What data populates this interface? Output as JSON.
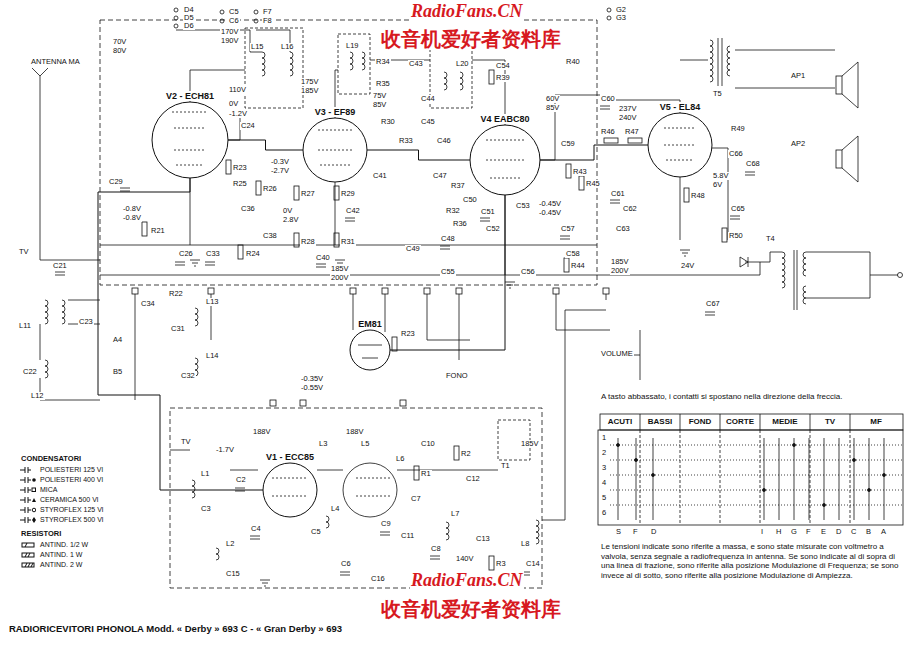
{
  "diagram": {
    "title": "RADIORICEVITORI PHONOLA Modd. « Derby » 693 C - « Gran Derby » 693",
    "nodes": [
      {
        "text": [
          "V2 - ECH81"
        ]
      },
      {
        "text": [
          "V3 - EF89"
        ]
      },
      {
        "text": [
          "V4 EABC80"
        ]
      },
      {
        "text": [
          "V5 - EL84"
        ]
      },
      {
        "text": [
          "EM81"
        ]
      },
      {
        "text": [
          "V1 - ECC85"
        ]
      }
    ],
    "edges": [
      {
        "from": 5,
        "to": 0,
        "arrow": "none"
      },
      {
        "from": 0,
        "to": 1,
        "arrow": "none"
      },
      {
        "from": 1,
        "to": 2,
        "arrow": "none"
      },
      {
        "from": 2,
        "to": 3,
        "arrow": "none"
      },
      {
        "from": 2,
        "to": 4,
        "arrow": "none"
      }
    ],
    "labels": [
      "RadioFans.CN",
      "收音机爱好者资料库",
      "RadioFans.CN",
      "收音机爱好者资料库",
      "D4",
      "D5",
      "D6",
      "C5",
      "C6",
      "F7",
      "F8",
      "G2",
      "G3",
      "ANTENNA MA",
      "TV",
      "C21",
      "L11",
      "L12",
      "C23",
      "C22",
      "A4",
      "B5",
      "70V",
      "80V",
      "170V",
      "190V",
      "110V",
      "0V",
      "-1.2V",
      "-0.8V",
      "-0.8V",
      "C29",
      "C24",
      "R23",
      "R25",
      "R21",
      "R22",
      "C26",
      "C33",
      "R24",
      "C34",
      "C31",
      "L13",
      "L14",
      "C32",
      "L15",
      "L16",
      "C36",
      "R26",
      "C38",
      "175V",
      "185V",
      "75V",
      "85V",
      "-0.3V",
      "-2.7V",
      "0V",
      "2.8V",
      "R27",
      "R28",
      "C40",
      "R29",
      "C42",
      "R31",
      "C41",
      "L19",
      "L20",
      "R34",
      "R35",
      "R33",
      "C43",
      "C44",
      "C45",
      "C46",
      "C47",
      "C48",
      "C49",
      "R30",
      "R37",
      "R32",
      "C50",
      "R36",
      "C51",
      "C52",
      "C53",
      "-0.45V",
      "-0.45V",
      "60V",
      "85V",
      "R39",
      "C54",
      "R40",
      "C55",
      "C56",
      "C57",
      "C58",
      "C59",
      "R43",
      "R44",
      "R45",
      "R46",
      "R47",
      "C60",
      "C61",
      "C62",
      "C63",
      "237V",
      "240V",
      "5.8V",
      "6V",
      "R48",
      "R49",
      "R50",
      "C65",
      "C66",
      "T5",
      "AP1",
      "AP2",
      "C68",
      "185V",
      "200V",
      "24V",
      "T4",
      "C67",
      "VOLUME",
      "FONO",
      "185V",
      "200V",
      "-0.35V",
      "-0.55V",
      "R23",
      "TV",
      "-1.7V",
      "188V",
      "188V",
      "L1",
      "C2",
      "C3",
      "C4",
      "L2",
      "C15",
      "L3",
      "C5",
      "L4",
      "C6",
      "L5",
      "L6",
      "C10",
      "R1",
      "C7",
      "C9",
      "C11",
      "C8",
      "R2",
      "C12",
      "L7",
      "C13",
      "140V",
      "T1",
      "185V",
      "L8",
      "R3",
      "C14",
      "C16",
      "CONDENSATORI",
      "RESISTORI",
      "ACUTI",
      "BASSI",
      "FOND",
      "CORTE",
      "MEDIE",
      "TV",
      "MF",
      "1",
      "2",
      "3",
      "4",
      "5",
      "6",
      "S",
      "F",
      "D",
      "I",
      "H",
      "G",
      "F",
      "E",
      "D",
      "C",
      "B",
      "A",
      "A tasto abbassato, i contatti si spostano nella direzione della freccia.",
      "Le tensioni indicate sono riferite a massa, e sono state misurate con voltmetro a valvola, senza segnale a radiofrequenza in antenna. Se sono indicate al di sopra di una linea di frazione, sono riferite alla posizione Modulazione di Frequenza; se sono invece al di sotto, sono riferite alla posizione Modulazione di Ampiezza."
    ],
    "legend": [
      {
        "text": "POLIESTERI 125 Vl"
      },
      {
        "text": "POLIESTERI 400 Vl"
      },
      {
        "text": "MICA"
      },
      {
        "text": "CERAMICA 500 Vl"
      },
      {
        "text": "STYROFLEX 125 Vl"
      },
      {
        "text": "STYROFLEX 500 Vl"
      },
      {
        "text": "ANTIND. 1/2 W"
      },
      {
        "text": "ANTIND. 1 W"
      },
      {
        "text": "ANTIND. 2 W"
      }
    ]
  }
}
